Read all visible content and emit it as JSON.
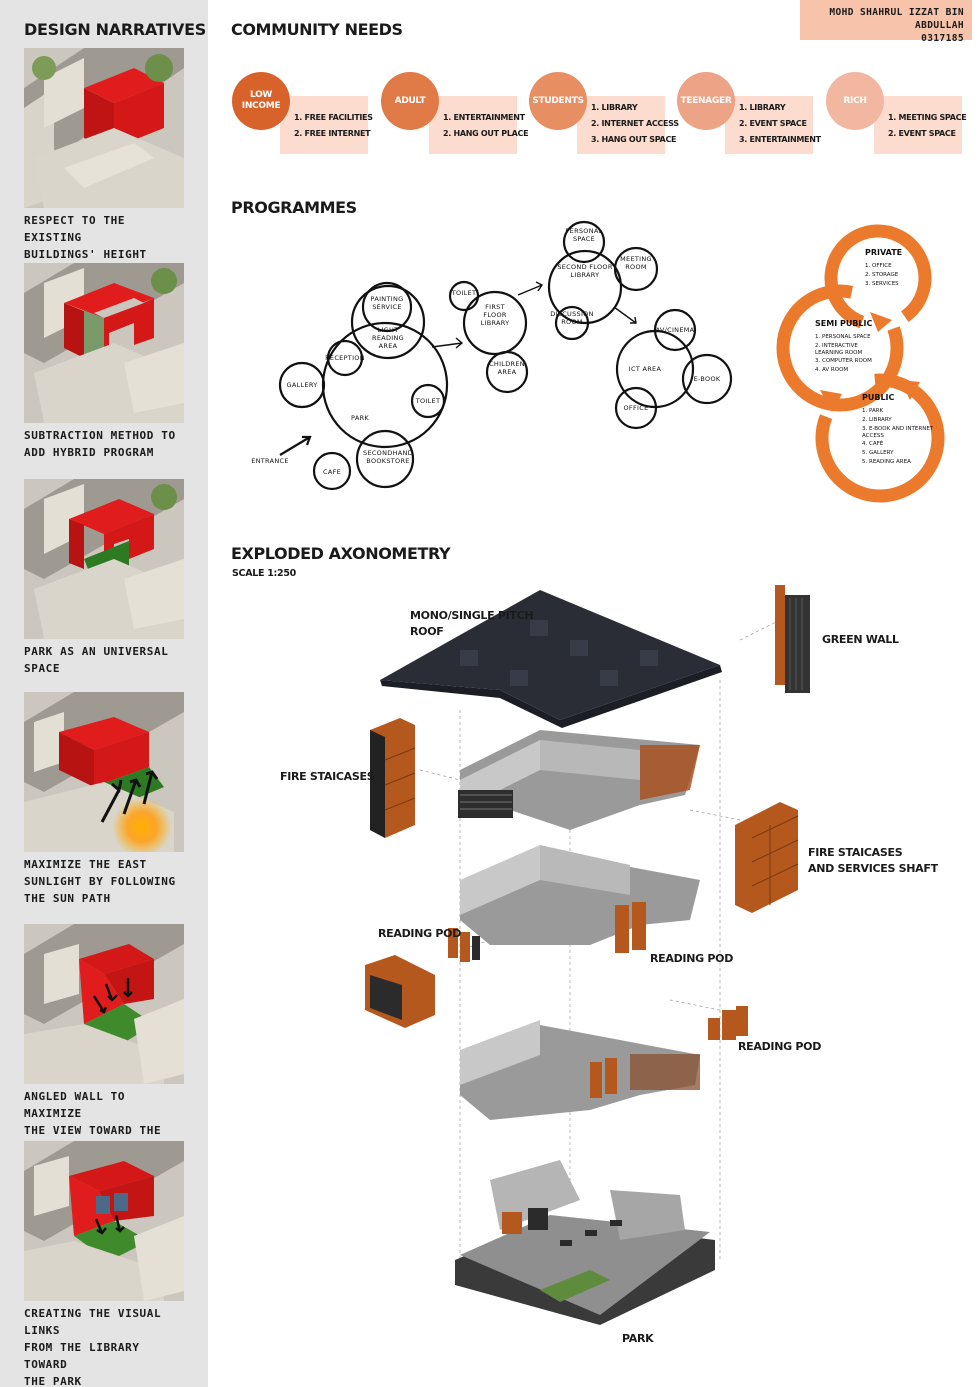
{
  "author": {
    "name": "MOHD SHAHRUL IZZAT BIN ABDULLAH",
    "id": "0317185"
  },
  "sidebar": {
    "title": "DESIGN NARRATIVES",
    "items": [
      {
        "caption": "RESPECT TO THE EXISTING\nBUILDINGS' HEIGHT"
      },
      {
        "caption": "SUBTRACTION METHOD TO\nADD HYBRID PROGRAM"
      },
      {
        "caption": "PARK AS AN UNIVERSAL\nSPACE"
      },
      {
        "caption": "MAXIMIZE THE EAST\nSUNLIGHT BY FOLLOWING\nTHE SUN PATH"
      },
      {
        "caption": "ANGLED WALL TO MAXIMIZE\nTHE VIEW TOWARD THE PARK"
      },
      {
        "caption": "CREATING THE VISUAL LINKS\nFROM THE LIBRARY TOWARD\nTHE PARK"
      }
    ]
  },
  "community": {
    "title": "COMMUNITY NEEDS",
    "groups": [
      {
        "label": "LOW INCOME",
        "color": "#d8632a",
        "needs": [
          "1. FREE FACILITIES",
          "2. FREE INTERNET"
        ]
      },
      {
        "label": "ADULT",
        "color": "#e07a46",
        "needs": [
          "1. ENTERTAINMENT",
          "2. HANG OUT PLACE"
        ]
      },
      {
        "label": "STUDENTS",
        "color": "#e88e63",
        "needs": [
          "1. LIBRARY",
          "2. INTERNET ACCESS",
          "3. HANG OUT SPACE"
        ]
      },
      {
        "label": "TEENAGER",
        "color": "#eda385",
        "needs": [
          "1. LIBRARY",
          "2. EVENT SPACE",
          "3. ENTERTAINMENT"
        ]
      },
      {
        "label": "RICH",
        "color": "#f2b7a0",
        "needs": [
          "1. MEETING SPACE",
          "2. EVENT SPACE"
        ]
      }
    ],
    "box_color": "#fbdccf"
  },
  "programmes": {
    "title": "PROGRAMMES",
    "bubbles": {
      "painting": "PAINTING\nSERVICE",
      "reception": "RECEPTION",
      "light_reading": "LIGHT\nREADING\nAREA",
      "gallery": "GALLERY",
      "park": "PARK",
      "toilet_a": "TOILET",
      "secondhand": "SECONDHAND\nBOOKSTORE",
      "cafe": "CAFE",
      "entrance": "ENTRANCE",
      "toilet_b": "TOILET",
      "first_floor": "FIRST\nFLOOR\nLIBRARY",
      "children": "CHILDREN\nAREA",
      "personal": "PERSONAL\nSPACE",
      "second_floor": "SECOND FLOOR\nLIBRARY",
      "meeting": "MEETING\nROOM",
      "discussion": "DISCUSSION\nROOM",
      "av": "AV/CINEMA",
      "ict": "ICT AREA",
      "ebook": "E-BOOK",
      "office": "OFFICE"
    },
    "zones": {
      "private": {
        "title": "PRIVATE",
        "items": [
          "1. OFFICE",
          "2. STORAGE",
          "3. SERVICES"
        ]
      },
      "semi_public": {
        "title": "SEMI PUBLIC",
        "items": [
          "1. PERSONAL SPACE",
          "2. INTERACTIVE\nLEARNING ROOM",
          "3. COMPUTER ROOM",
          "4. AV ROOM"
        ]
      },
      "public": {
        "title": "PUBLIC",
        "items": [
          "1. PARK",
          "2. LIBRARY",
          "3. E-BOOK AND INTERNET\nACCESS",
          "4. CAFÉ",
          "5. GALLERY",
          "5. READING AREA"
        ]
      },
      "ring_color": "#ec7a2c"
    }
  },
  "axonometry": {
    "title": "EXPLODED AXONOMETRY",
    "scale": "SCALE 1:250",
    "labels": {
      "roof": "MONO/SINGLE PITCH\nROOF",
      "green_wall": "GREEN WALL",
      "fire_stair_left": "FIRE STAICASES",
      "fire_stair_right": "FIRE STAICASES\nAND SERVICES SHAFT",
      "reading_pod_a": "READING POD",
      "reading_pod_b": "READING POD",
      "reading_pod_c": "READING POD",
      "park": "PARK"
    },
    "colors": {
      "roof": "#2a2d36",
      "timber": "#b5581e",
      "slab": "#9a9a9a",
      "wall": "#c8c8c8",
      "grass": "#5f8c3c"
    }
  }
}
